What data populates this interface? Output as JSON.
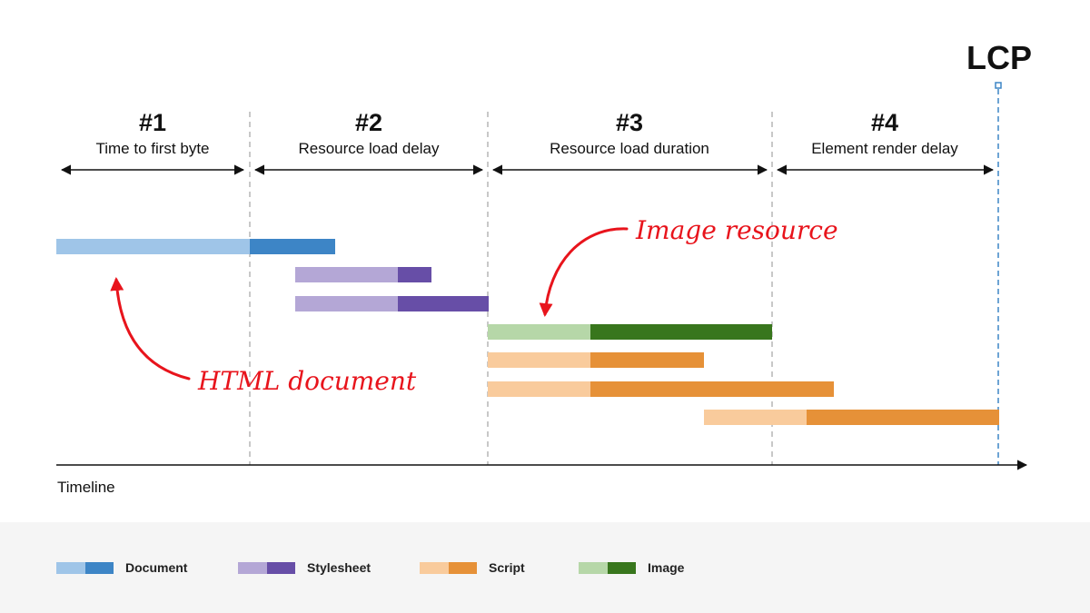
{
  "lcp_label": "LCP",
  "timeline_label": "Timeline",
  "phases": [
    {
      "number": "#1",
      "label": "Time to first byte"
    },
    {
      "number": "#2",
      "label": "Resource load delay"
    },
    {
      "number": "#3",
      "label": "Resource load duration"
    },
    {
      "number": "#4",
      "label": "Element render delay"
    }
  ],
  "annotations": {
    "image": "Image resource",
    "html": "HTML document"
  },
  "legend": [
    {
      "label": "Document",
      "light": "#9fc5e8",
      "dark": "#3d85c6"
    },
    {
      "label": "Stylesheet",
      "light": "#b4a7d6",
      "dark": "#674ea7"
    },
    {
      "label": "Script",
      "light": "#f9cb9c",
      "dark": "#e69138"
    },
    {
      "label": "Image",
      "light": "#b6d7a8",
      "dark": "#38761d"
    }
  ],
  "colors": {
    "annotation": "#e8141c",
    "lcp_marker": "#3d85c6",
    "divider": "#aaaaaa"
  }
}
